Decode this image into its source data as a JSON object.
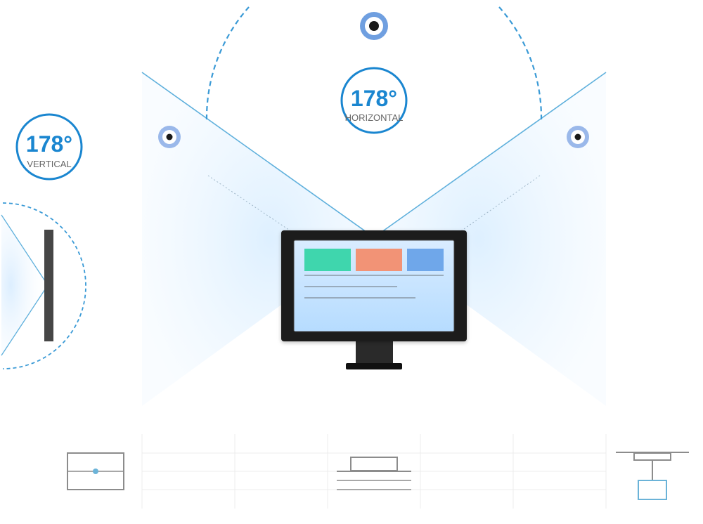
{
  "vertical_badge": {
    "angle": "178°",
    "label": "VERTICAL"
  },
  "horizontal_badge": {
    "angle": "178°",
    "label": "HORIZONTAL"
  },
  "colors": {
    "accent_blue": "#1a86d0",
    "dashed_arc": "#3a9ad6",
    "viewer_dot": "#7fa8e6",
    "screen_tile_green": "#3fd6ad",
    "screen_tile_orange": "#f29376",
    "screen_tile_blue": "#6fa7ea",
    "screen_bg": "#c3e2ff",
    "bezel": "#1b1b1b",
    "mount_outline": "#8c8c8c",
    "mount_accent": "#6bb3d8"
  },
  "icons": {
    "viewer": "eye-icon",
    "monitor": "monitor-icon",
    "wall_mount": "wall-mount-icon",
    "desk_mount": "desk-mount-icon",
    "ceiling_mount": "ceiling-mount-icon"
  }
}
